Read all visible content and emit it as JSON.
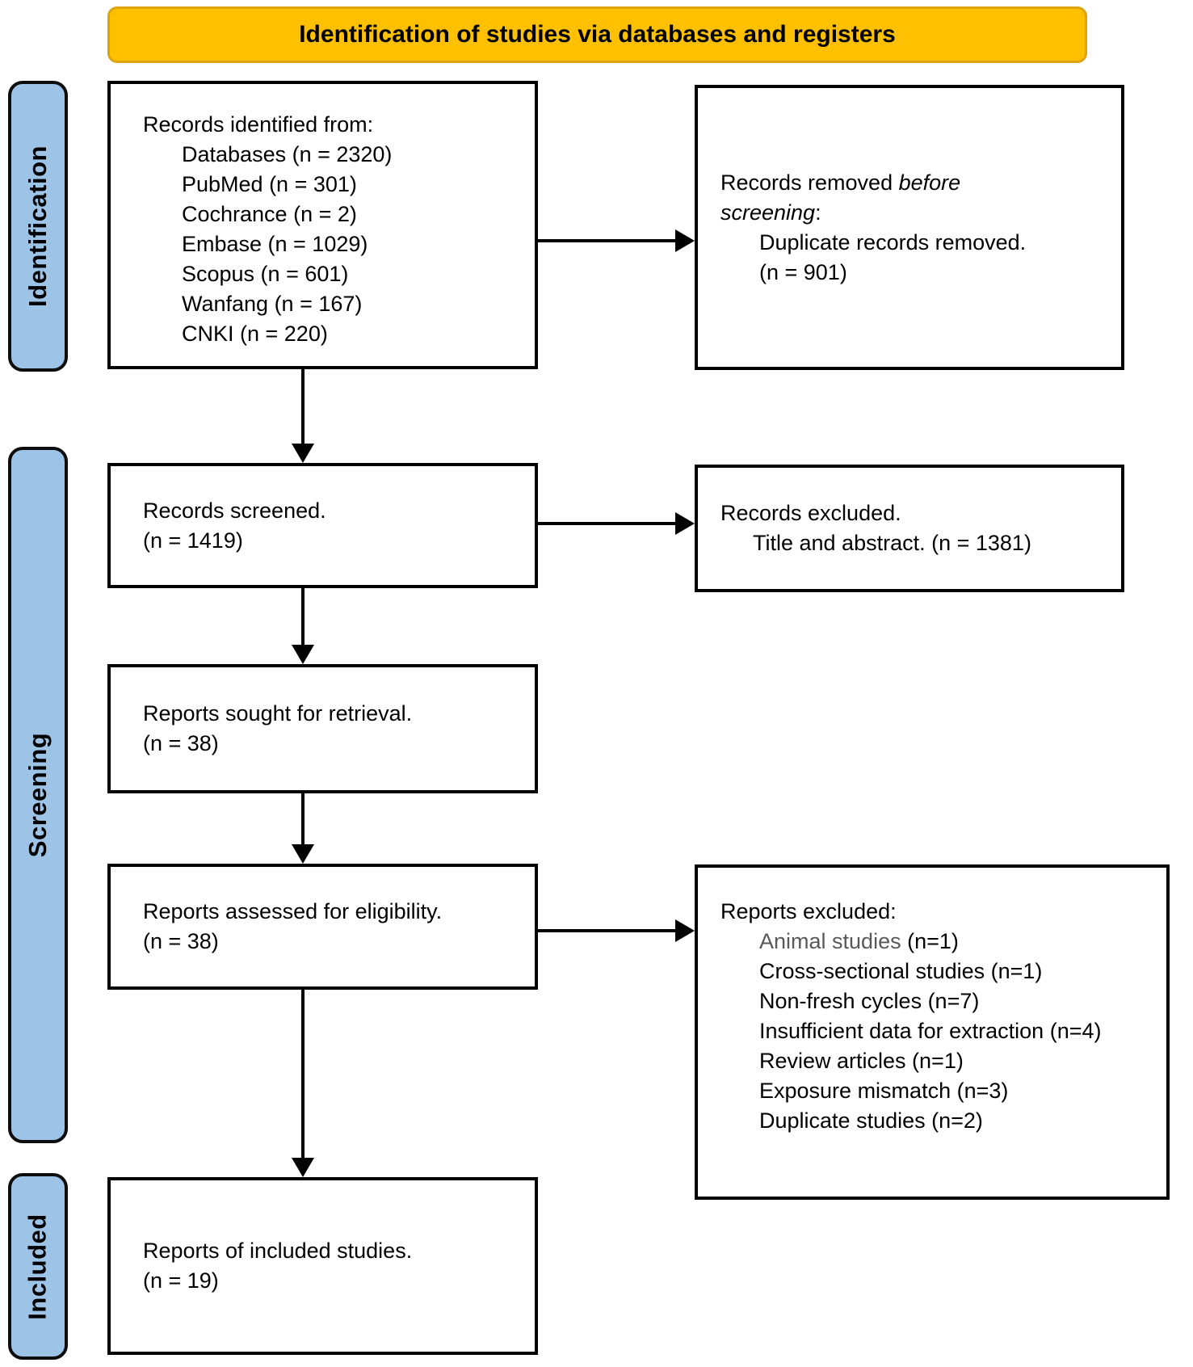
{
  "banner": {
    "title": "Identification of studies via databases and registers"
  },
  "sidebar": {
    "identification": "Identification",
    "screening": "Screening",
    "included": "Included"
  },
  "colors": {
    "banner_bg": "#FFC000",
    "banner_border": "#DCA410",
    "sidebar_bg": "#9DC3E6",
    "box_border": "#000000",
    "muted_text": "#595959"
  },
  "boxes": {
    "identified": {
      "title": "Records identified from:",
      "items": [
        "Databases (n = 2320)",
        "PubMed (n = 301)",
        "Cochrance (n = 2)",
        "Embase (n = 1029)",
        "Scopus (n = 601)",
        "Wanfang (n = 167)",
        "CNKI (n = 220)"
      ]
    },
    "removed_before_screening": {
      "prefix": "Records removed",
      "italic_line1": "before",
      "italic_line2": "screening",
      "colon": ":",
      "items": [
        "Duplicate records removed.",
        "(n = 901)"
      ]
    },
    "screened": {
      "line1": "Records screened.",
      "line2": "(n = 1419)"
    },
    "records_excluded": {
      "title": "Records excluded.",
      "detail": "Title and abstract. (n = 1381)"
    },
    "sought": {
      "line1": "Reports sought for retrieval.",
      "line2": "(n = 38)"
    },
    "assessed": {
      "line1": "Reports assessed for eligibility.",
      "line2": "(n = 38)"
    },
    "reports_excluded": {
      "title": "Reports excluded:",
      "item0_muted": "Animal studies",
      "item0_rest": "(n=1)",
      "items": [
        "Cross-sectional studies (n=1)",
        "Non-fresh cycles (n=7)",
        "Insufficient data for extraction (n=4)",
        "Review articles (n=1)",
        "Exposure mismatch (n=3)",
        "Duplicate studies (n=2)"
      ]
    },
    "included": {
      "line1": "Reports of included studies.",
      "line2": "(n = 19)"
    }
  }
}
